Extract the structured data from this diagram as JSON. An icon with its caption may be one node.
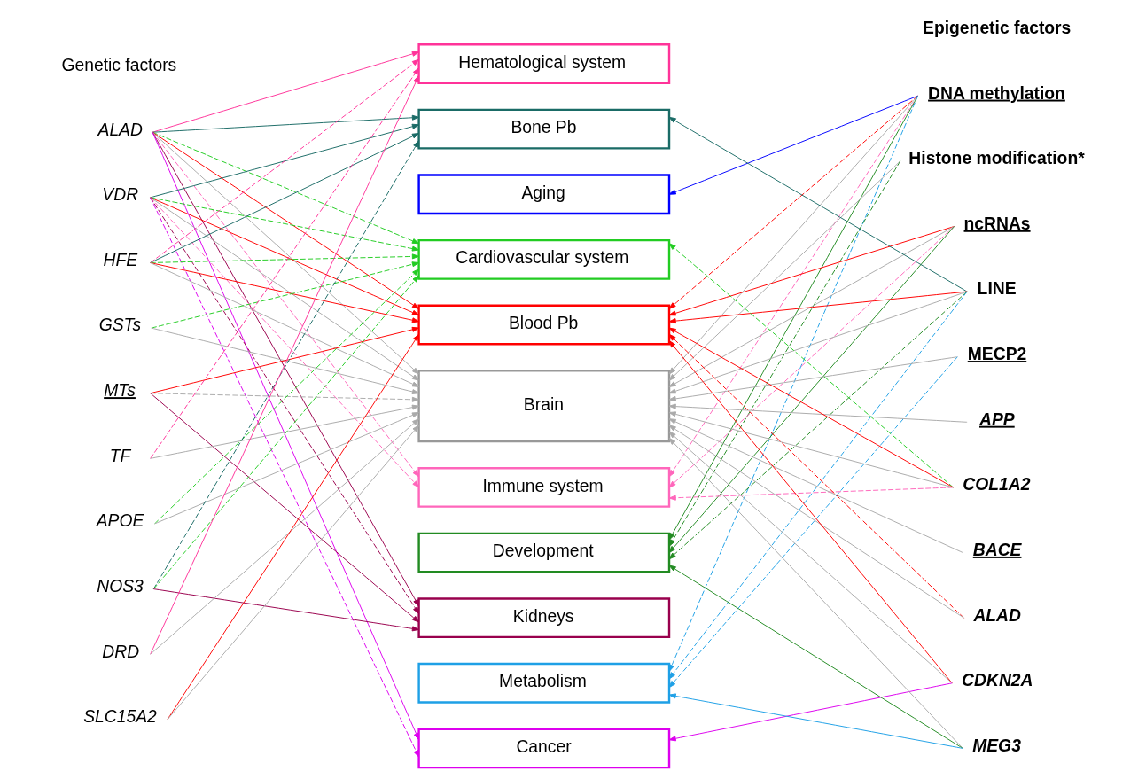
{
  "diagram": {
    "nodes": [
      {
        "text": [
          "ALAD"
        ]
      },
      {
        "text": [
          "VDR"
        ]
      },
      {
        "text": [
          "HFE"
        ]
      },
      {
        "text": [
          "GSTs"
        ]
      },
      {
        "text": [
          "MTs"
        ]
      },
      {
        "text": [
          "TF"
        ]
      },
      {
        "text": [
          "APOE"
        ]
      },
      {
        "text": [
          "NOS3"
        ]
      },
      {
        "text": [
          "DRD"
        ]
      },
      {
        "text": [
          "SLC15A2"
        ]
      },
      {
        "text": [
          "Hematological system"
        ]
      },
      {
        "text": [
          "Bone Pb"
        ]
      },
      {
        "text": [
          "Aging"
        ]
      },
      {
        "text": [
          "Cardiovascular system"
        ]
      },
      {
        "text": [
          "Blood Pb"
        ]
      },
      {
        "text": [
          "Brain"
        ]
      },
      {
        "text": [
          "Immune system"
        ]
      },
      {
        "text": [
          "Development"
        ]
      },
      {
        "text": [
          "Kidneys"
        ]
      },
      {
        "text": [
          "Metabolism"
        ]
      },
      {
        "text": [
          "Cancer"
        ]
      },
      {
        "text": [
          "DNA methylation"
        ]
      },
      {
        "text": [
          "Histone modification*"
        ]
      },
      {
        "text": [
          "ncRNAs"
        ]
      },
      {
        "text": [
          "LINE"
        ]
      },
      {
        "text": [
          "MECP2"
        ]
      },
      {
        "text": [
          "APP"
        ]
      },
      {
        "text": [
          "COL1A2"
        ]
      },
      {
        "text": [
          "BACE"
        ]
      },
      {
        "text": [
          "ALAD"
        ]
      },
      {
        "text": [
          "CDKN2A"
        ]
      },
      {
        "text": [
          "MEG3"
        ]
      }
    ],
    "edges": [
      {
        "from": 0,
        "to": 10,
        "arrow": "to",
        "color": "#ff3399"
      },
      {
        "from": 0,
        "to": 11,
        "arrow": "to",
        "color": "#1a6b66"
      },
      {
        "from": 0,
        "to": 13,
        "arrow": "to",
        "style": "dashed",
        "color": "#22cc22"
      },
      {
        "from": 0,
        "to": 14,
        "arrow": "to",
        "color": "#ff0000"
      },
      {
        "from": 0,
        "to": 15,
        "arrow": "to",
        "color": "#aaaaaa"
      },
      {
        "from": 0,
        "to": 16,
        "arrow": "to",
        "style": "dashed",
        "color": "#ff66bb"
      },
      {
        "from": 0,
        "to": 18,
        "arrow": "to",
        "color": "#99004d"
      },
      {
        "from": 0,
        "to": 20,
        "arrow": "to",
        "color": "#dd00ee"
      },
      {
        "from": 1,
        "to": 11,
        "arrow": "to",
        "color": "#1a6b66"
      },
      {
        "from": 1,
        "to": 13,
        "arrow": "to",
        "style": "dashed",
        "color": "#22cc22"
      },
      {
        "from": 1,
        "to": 14,
        "arrow": "to",
        "color": "#ff0000"
      },
      {
        "from": 1,
        "to": 15,
        "arrow": "to",
        "color": "#aaaaaa"
      },
      {
        "from": 1,
        "to": 16,
        "arrow": "to",
        "style": "dashed",
        "color": "#ff66bb"
      },
      {
        "from": 1,
        "to": 18,
        "arrow": "to",
        "style": "dashed",
        "color": "#99004d"
      },
      {
        "from": 1,
        "to": 20,
        "arrow": "to",
        "style": "dashed",
        "color": "#dd00ee"
      },
      {
        "from": 2,
        "to": 10,
        "arrow": "to",
        "style": "dashed",
        "color": "#ff3399"
      },
      {
        "from": 2,
        "to": 11,
        "arrow": "to",
        "color": "#1a6b66"
      },
      {
        "from": 2,
        "to": 13,
        "arrow": "to",
        "style": "dashed",
        "color": "#22cc22"
      },
      {
        "from": 2,
        "to": 14,
        "arrow": "to",
        "color": "#ff0000"
      },
      {
        "from": 2,
        "to": 15,
        "arrow": "to",
        "color": "#aaaaaa"
      },
      {
        "from": 3,
        "to": 13,
        "arrow": "to",
        "style": "dashed",
        "color": "#22cc22"
      },
      {
        "from": 3,
        "to": 15,
        "arrow": "to",
        "color": "#aaaaaa"
      },
      {
        "from": 4,
        "to": 14,
        "arrow": "to",
        "color": "#ff0000"
      },
      {
        "from": 4,
        "to": 15,
        "arrow": "to",
        "style": "dashed",
        "color": "#aaaaaa"
      },
      {
        "from": 4,
        "to": 18,
        "arrow": "to",
        "color": "#99004d"
      },
      {
        "from": 5,
        "to": 10,
        "arrow": "to",
        "style": "dashed",
        "color": "#ff3399"
      },
      {
        "from": 5,
        "to": 15,
        "arrow": "to",
        "color": "#aaaaaa"
      },
      {
        "from": 6,
        "to": 13,
        "arrow": "to",
        "style": "dashed",
        "color": "#22cc22"
      },
      {
        "from": 6,
        "to": 15,
        "arrow": "to",
        "color": "#aaaaaa"
      },
      {
        "from": 7,
        "to": 11,
        "arrow": "to",
        "style": "dashed",
        "color": "#1a6b66"
      },
      {
        "from": 7,
        "to": 13,
        "arrow": "to",
        "style": "dashed",
        "color": "#22cc22"
      },
      {
        "from": 7,
        "to": 18,
        "arrow": "to",
        "color": "#99004d"
      },
      {
        "from": 8,
        "to": 10,
        "arrow": "to",
        "color": "#ff3399"
      },
      {
        "from": 8,
        "to": 15,
        "arrow": "to",
        "color": "#aaaaaa"
      },
      {
        "from": 9,
        "to": 14,
        "arrow": "to",
        "color": "#ff0000"
      },
      {
        "from": 9,
        "to": 15,
        "arrow": "to",
        "color": "#aaaaaa"
      },
      {
        "from": 21,
        "to": 12,
        "arrow": "to",
        "color": "#0000ff"
      },
      {
        "from": 21,
        "to": 14,
        "arrow": "to",
        "style": "dashed",
        "color": "#ff0000"
      },
      {
        "from": 21,
        "to": 15,
        "arrow": "to",
        "color": "#aaaaaa"
      },
      {
        "from": 21,
        "to": 16,
        "arrow": "to",
        "style": "dashed",
        "color": "#ff66bb"
      },
      {
        "from": 21,
        "to": 17,
        "arrow": "to",
        "color": "#228b22"
      },
      {
        "from": 21,
        "to": 19,
        "arrow": "to",
        "style": "dashed",
        "color": "#1ea0e6"
      },
      {
        "from": 22,
        "to": 15,
        "arrow": "to",
        "color": "#aaaaaa"
      },
      {
        "from": 22,
        "to": 17,
        "arrow": "to",
        "style": "dashed",
        "color": "#228b22"
      },
      {
        "from": 23,
        "to": 14,
        "arrow": "to",
        "color": "#ff0000"
      },
      {
        "from": 23,
        "to": 15,
        "arrow": "to",
        "color": "#aaaaaa"
      },
      {
        "from": 23,
        "to": 16,
        "arrow": "to",
        "style": "dashed",
        "color": "#ff66bb"
      },
      {
        "from": 23,
        "to": 17,
        "arrow": "to",
        "color": "#228b22"
      },
      {
        "from": 24,
        "to": 11,
        "arrow": "to",
        "color": "#1a6b66"
      },
      {
        "from": 24,
        "to": 14,
        "arrow": "to",
        "color": "#ff0000"
      },
      {
        "from": 24,
        "to": 15,
        "arrow": "to",
        "color": "#aaaaaa"
      },
      {
        "from": 24,
        "to": 17,
        "arrow": "to",
        "style": "dashed",
        "color": "#228b22"
      },
      {
        "from": 24,
        "to": 19,
        "arrow": "to",
        "style": "dashed",
        "color": "#1ea0e6"
      },
      {
        "from": 25,
        "to": 15,
        "arrow": "to",
        "color": "#aaaaaa"
      },
      {
        "from": 25,
        "to": 19,
        "arrow": "to",
        "style": "dashed",
        "color": "#1ea0e6"
      },
      {
        "from": 26,
        "to": 15,
        "arrow": "to",
        "color": "#aaaaaa"
      },
      {
        "from": 27,
        "to": 13,
        "arrow": "to",
        "style": "dashed",
        "color": "#22cc22"
      },
      {
        "from": 27,
        "to": 14,
        "arrow": "to",
        "color": "#ff0000"
      },
      {
        "from": 27,
        "to": 15,
        "arrow": "to",
        "color": "#aaaaaa"
      },
      {
        "from": 27,
        "to": 16,
        "arrow": "to",
        "style": "dashed",
        "color": "#ff66bb"
      },
      {
        "from": 28,
        "to": 15,
        "arrow": "to",
        "color": "#aaaaaa"
      },
      {
        "from": 29,
        "to": 14,
        "arrow": "to",
        "style": "dashed",
        "color": "#ff0000"
      },
      {
        "from": 29,
        "to": 15,
        "arrow": "to",
        "color": "#aaaaaa"
      },
      {
        "from": 30,
        "to": 14,
        "arrow": "to",
        "color": "#ff0000"
      },
      {
        "from": 30,
        "to": 15,
        "arrow": "to",
        "color": "#aaaaaa"
      },
      {
        "from": 30,
        "to": 20,
        "arrow": "to",
        "color": "#dd00ee"
      },
      {
        "from": 31,
        "to": 15,
        "arrow": "to",
        "color": "#aaaaaa"
      },
      {
        "from": 31,
        "to": 17,
        "arrow": "to",
        "color": "#228b22"
      },
      {
        "from": 31,
        "to": 19,
        "arrow": "to",
        "color": "#1ea0e6"
      }
    ],
    "labels": [
      "Genetic factors",
      "Epigenetic factors"
    ]
  }
}
